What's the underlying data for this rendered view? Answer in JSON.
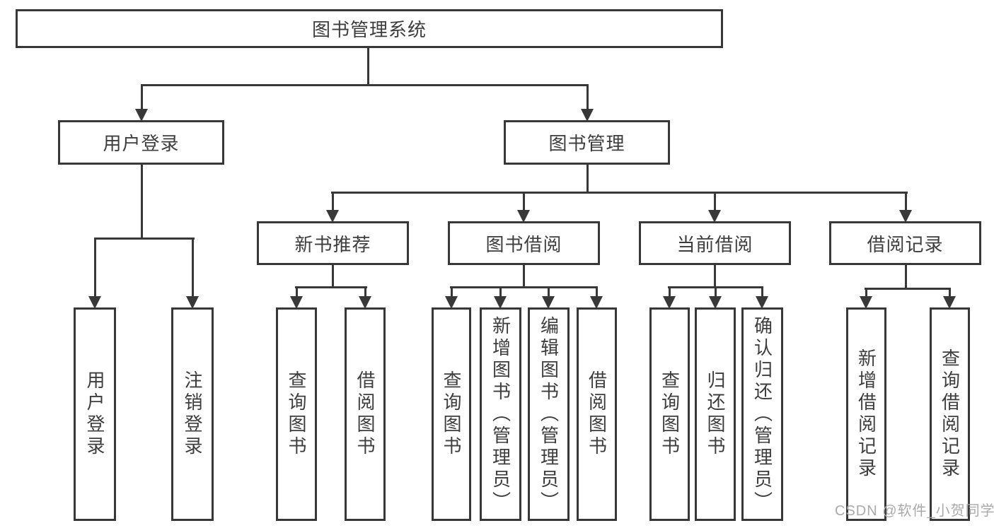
{
  "diagram_title": "图书管理系统",
  "watermark": "CSDN @软件_小贺同学",
  "colors": {
    "line": "#383838",
    "text": "#3d3d3d",
    "background": "#ffffff",
    "box_background": "#ffffff",
    "watermark": "#aaaaaa"
  },
  "nodes": [
    {
      "id": "root",
      "label": "图书管理系统",
      "level": 0,
      "parent": null
    },
    {
      "id": "user-login",
      "label": "用户登录",
      "level": 1,
      "parent": "root"
    },
    {
      "id": "book-mgmt",
      "label": "图书管理",
      "level": 1,
      "parent": "root"
    },
    {
      "id": "new-book-rec",
      "label": "新书推荐",
      "level": 2,
      "parent": "book-mgmt"
    },
    {
      "id": "book-borrow",
      "label": "图书借阅",
      "level": 2,
      "parent": "book-mgmt"
    },
    {
      "id": "current-borrow",
      "label": "当前借阅",
      "level": 2,
      "parent": "book-mgmt"
    },
    {
      "id": "borrow-record",
      "label": "借阅记录",
      "level": 2,
      "parent": "book-mgmt"
    },
    {
      "id": "leaf-user-login",
      "label": "用户登录",
      "level": 3,
      "parent": "user-login"
    },
    {
      "id": "leaf-logout",
      "label": "注销登录",
      "level": 3,
      "parent": "user-login"
    },
    {
      "id": "rec-query-book",
      "label": "查询图书",
      "level": 3,
      "parent": "new-book-rec"
    },
    {
      "id": "rec-borrow-book",
      "label": "借阅图书",
      "level": 3,
      "parent": "new-book-rec"
    },
    {
      "id": "bb-query-book",
      "label": "查询图书",
      "level": 3,
      "parent": "book-borrow"
    },
    {
      "id": "bb-add-book",
      "label": "新增图书（管理员）",
      "level": 3,
      "parent": "book-borrow"
    },
    {
      "id": "bb-edit-book",
      "label": "编辑图书（管理员）",
      "level": 3,
      "parent": "book-borrow"
    },
    {
      "id": "bb-borrow-book",
      "label": "借阅图书",
      "level": 3,
      "parent": "book-borrow"
    },
    {
      "id": "cb-query-book",
      "label": "查询图书",
      "level": 3,
      "parent": "current-borrow"
    },
    {
      "id": "cb-return-book",
      "label": "归还图书",
      "level": 3,
      "parent": "current-borrow"
    },
    {
      "id": "cb-confirm-return",
      "label": "确认归还（管理员）",
      "level": 3,
      "parent": "current-borrow"
    },
    {
      "id": "br-add-record",
      "label": "新增借阅记录",
      "level": 3,
      "parent": "borrow-record"
    },
    {
      "id": "br-query-record",
      "label": "查询借阅记录",
      "level": 3,
      "parent": "borrow-record"
    }
  ]
}
